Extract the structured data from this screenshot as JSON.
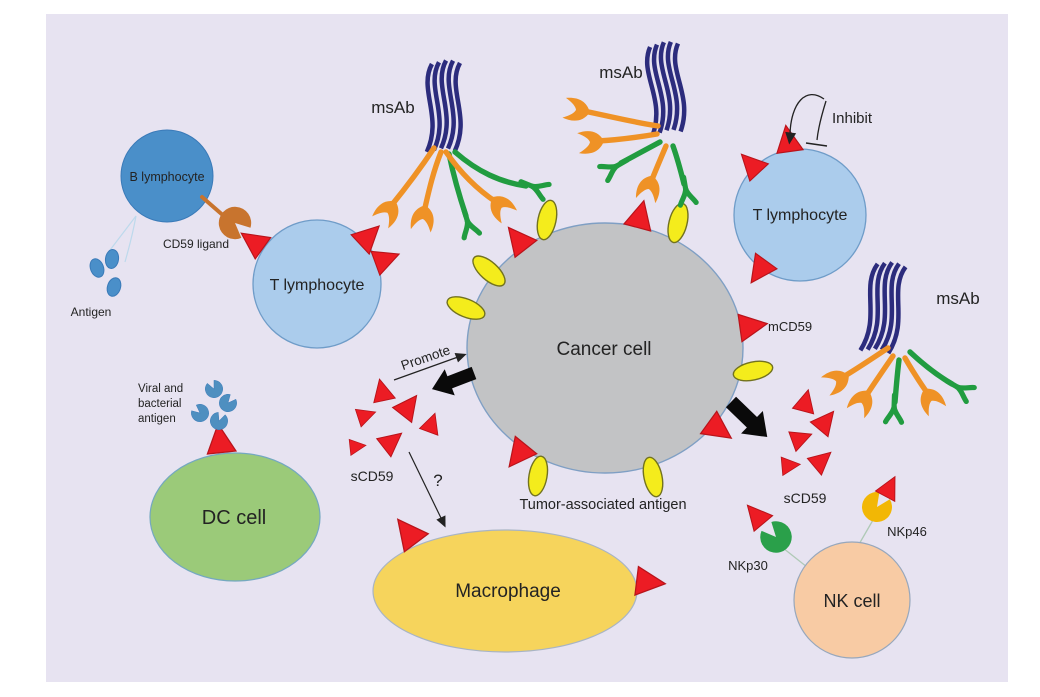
{
  "figure": {
    "type": "immunology-diagram",
    "cells": {
      "b_lymphocyte": "B lymphocyte",
      "t_lymphocyte_left": "T lymphocyte",
      "t_lymphocyte_right": "T lymphocyte",
      "cancer_cell": "Cancer cell",
      "dc_cell": "DC cell",
      "macrophage": "Macrophage",
      "nk_cell": "NK cell"
    },
    "molecules": {
      "cd59_ligand": "CD59 ligand",
      "antigen": "Antigen",
      "viral_antigen_lines": [
        "Viral and",
        "bacterial",
        "antigen"
      ],
      "msab_left": "msAb",
      "msab_center": "msAb",
      "msab_right": "msAb",
      "mcd59": "mCD59",
      "scd59_left": "sCD59",
      "scd59_right": "sCD59",
      "tumor_associated_antigen": "Tumor-associated antigen",
      "nkp30": "NKp30",
      "nkp46": "NKp46"
    },
    "annotations": {
      "inhibit": "Inhibit",
      "promote": "Promote",
      "question_mark": "?"
    }
  },
  "colors": {
    "panel_background": "#e7e3f1",
    "red_cd59": "#ec1c24",
    "yellow_antigen": "#f4ec1c",
    "navy_msab": "#2c2c7d",
    "orange_arm": "#ef9226",
    "green_arm": "#219c40",
    "cancer_gray": "#c2c3c5",
    "b_cell_blue": "#4a8fc9",
    "t_cell_blue": "#abccec",
    "dc_green": "#9bca79",
    "macrophage_yellow": "#f6d45c",
    "nk_peach": "#f8cba4",
    "cd59_ligand_brown": "#c8742e",
    "nkp30_green": "#2aa04a",
    "nkp46_gold": "#f2b705",
    "text": "#232323"
  }
}
